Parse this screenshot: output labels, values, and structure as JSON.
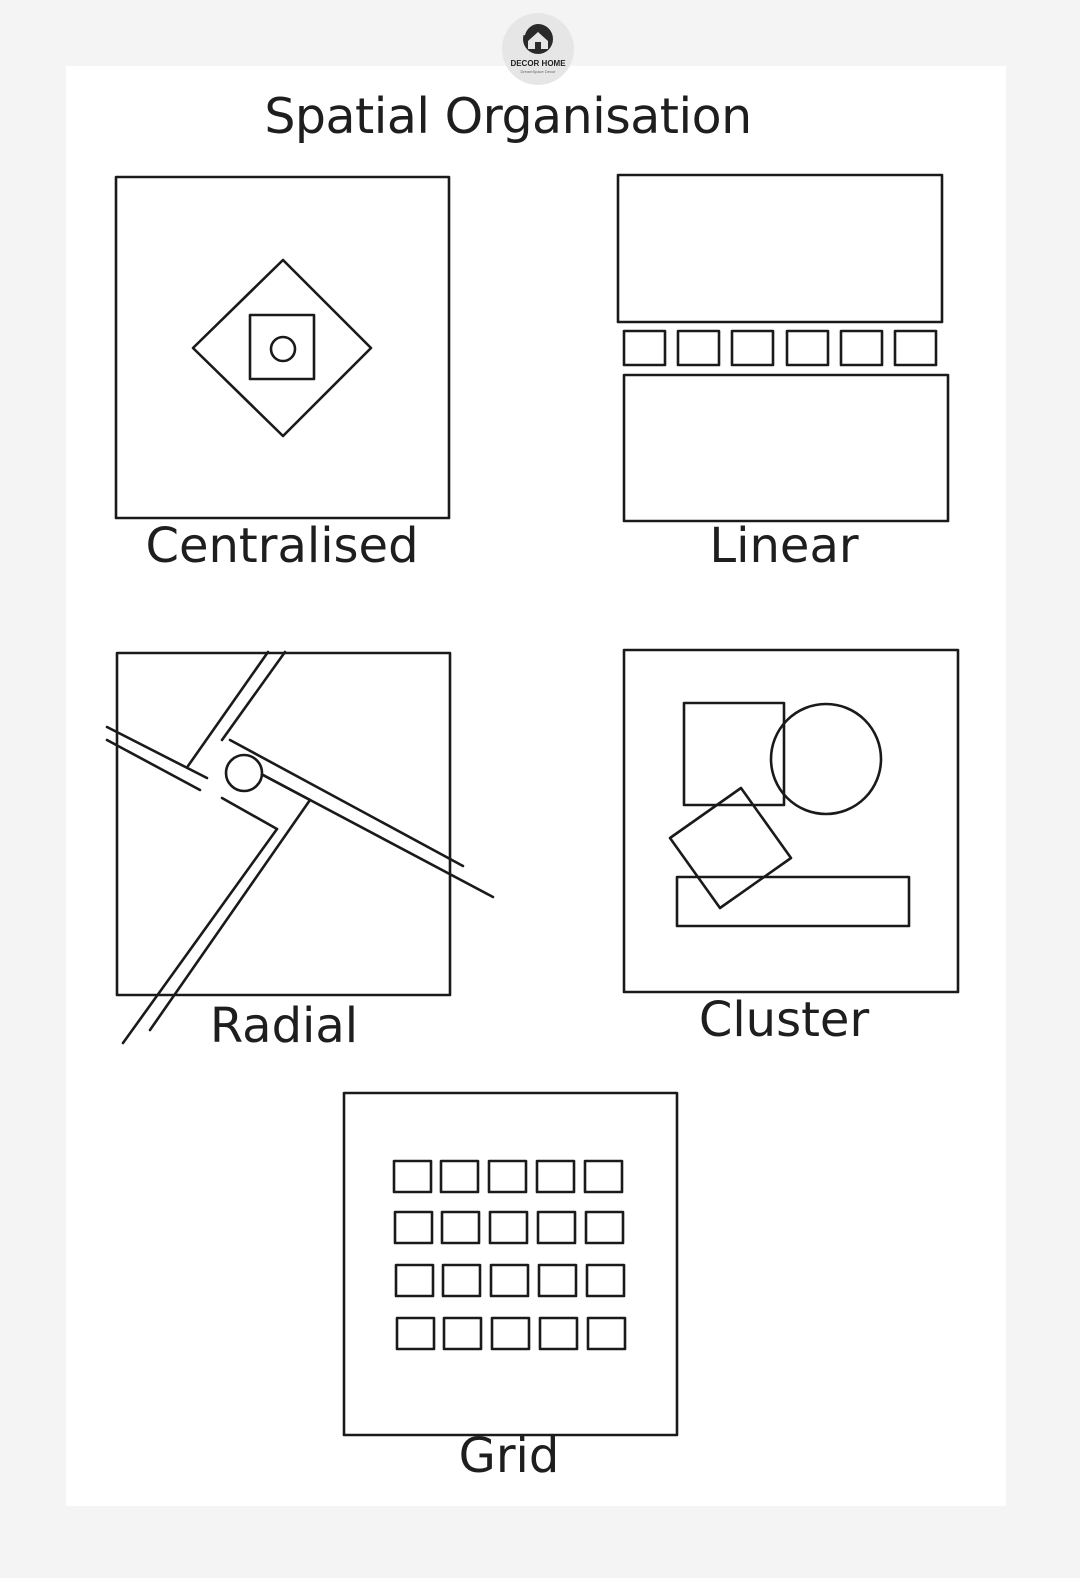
{
  "header": {
    "title": "Spatial Organisation"
  },
  "logo": {
    "name": "DECOR HOME",
    "tagline": "DreamSpace Decor",
    "icon": "house-icon"
  },
  "diagrams": [
    {
      "id": "centralised",
      "label": "Centralised"
    },
    {
      "id": "linear",
      "label": "Linear"
    },
    {
      "id": "radial",
      "label": "Radial"
    },
    {
      "id": "cluster",
      "label": "Cluster"
    },
    {
      "id": "grid",
      "label": "Grid"
    }
  ],
  "colors": {
    "ink": "#1a1a1a",
    "paper": "#ffffff",
    "background": "#f4f4f4"
  }
}
